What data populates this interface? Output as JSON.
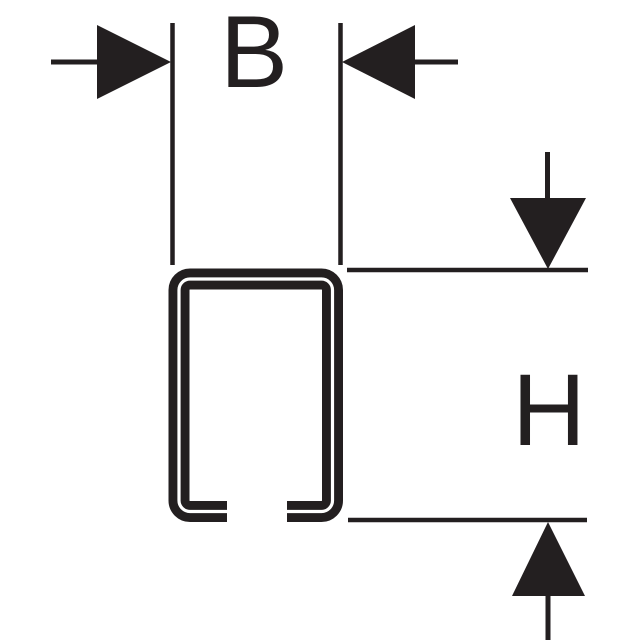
{
  "canvas": {
    "background": "#ffffff",
    "ink": "#231f20"
  },
  "diagram": {
    "description_names": {
      "profile": "c-channel-mounting-rail-cross-section",
      "width_dimension": "outer-width-dimension",
      "height_dimension": "outer-height-dimension"
    },
    "labels": {
      "width": "B",
      "height": "H"
    }
  }
}
